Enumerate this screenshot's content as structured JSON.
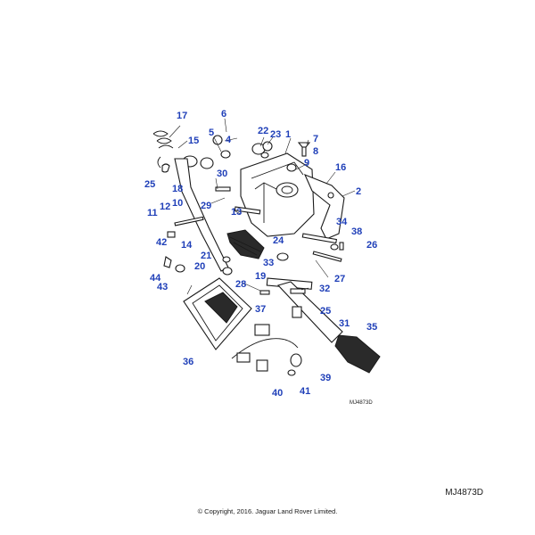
{
  "diagram": {
    "callouts": [
      "17",
      "6",
      "5",
      "4",
      "15",
      "22",
      "23",
      "1",
      "7",
      "8",
      "9",
      "16",
      "25",
      "18",
      "30",
      "2",
      "29",
      "13",
      "11",
      "12",
      "10",
      "24",
      "34",
      "38",
      "42",
      "14",
      "26",
      "33",
      "21",
      "20",
      "19",
      "32",
      "44",
      "43",
      "27",
      "28",
      "37",
      "25",
      "31",
      "35",
      "36",
      "39",
      "40",
      "41"
    ],
    "inner_ref": "MJ4873D"
  },
  "footer": {
    "ref_code": "MJ4873D",
    "copyright": "© Copyright, 2016. Jaguar Land Rover Limited."
  },
  "colors": {
    "callout_text": "#1f3fb8",
    "line_art": "#1a1a1a",
    "background": "#ffffff"
  }
}
